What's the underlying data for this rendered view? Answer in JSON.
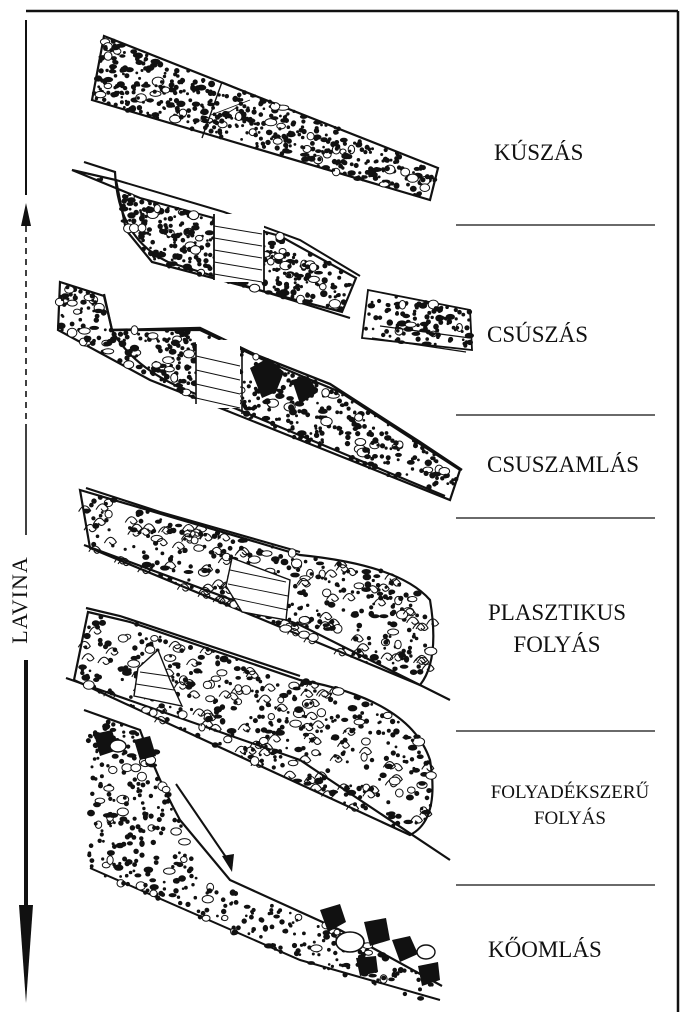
{
  "axis": {
    "label": "LAVINA"
  },
  "processes": [
    {
      "id": "kuszas",
      "label": "KÚSZÁS"
    },
    {
      "id": "csuszas",
      "label": "CSÚSZÁS"
    },
    {
      "id": "csuszamlas",
      "label": "CSUSZAMLÁS"
    },
    {
      "id": "plasztikus",
      "line1": "PLASZTIKUS",
      "line2": "FOLYÁS"
    },
    {
      "id": "folyadekszeru",
      "line1": "FOLYADÉKSZERŰ",
      "line2": "FOLYÁS"
    },
    {
      "id": "koomlas",
      "label": "KŐOMLÁS"
    }
  ],
  "colors": {
    "ink": "#111111",
    "background": "#ffffff"
  }
}
